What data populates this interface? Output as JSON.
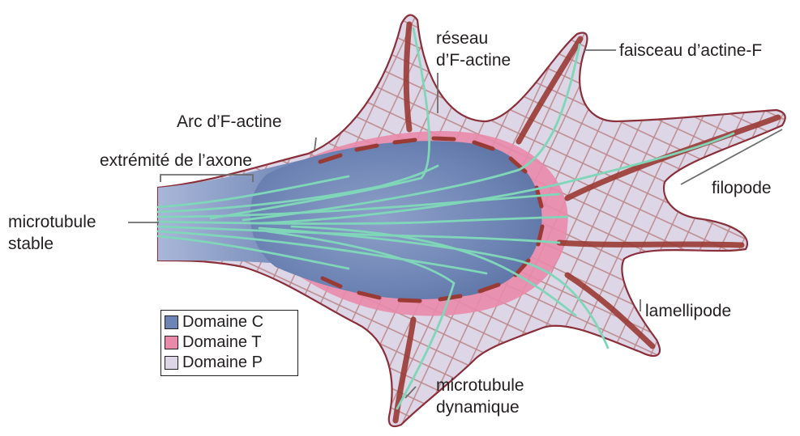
{
  "labels": {
    "reseau": [
      "réseau",
      "d’F-actine"
    ],
    "faisceau": "faisceau d’actine-F",
    "arc": "Arc d’F-actine",
    "extremite": "extrémité de l’axone",
    "filopode": "filopode",
    "microtubule_stable": [
      "microtubule",
      "stable"
    ],
    "lamellipode": "lamellipode",
    "microtubule_dynamique": [
      "microtubule",
      "dynamique"
    ]
  },
  "legend": [
    {
      "label": "Domaine C",
      "color": "#6d84b4"
    },
    {
      "label": "Domaine T",
      "color": "#e98aaa"
    },
    {
      "label": "Domaine P",
      "color": "#ddd6e6"
    }
  ],
  "colors": {
    "outline": "#8a2e3a",
    "actin": "#9a3a34",
    "microtubule": "#7fd6b8",
    "label_text": "#231f20"
  }
}
